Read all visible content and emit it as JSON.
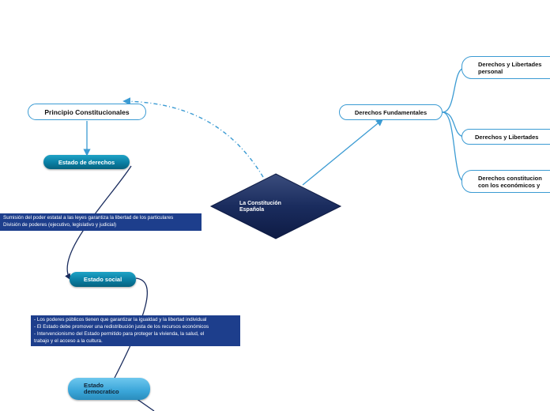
{
  "central": {
    "label": "La Constitución\nEspañola",
    "color": "#1a2c5e"
  },
  "principio": {
    "label": "Principio Constitucionales"
  },
  "estado_derechos": {
    "label": "Estado de derechos"
  },
  "note_derechos": {
    "text": "Sumisión del poder estatal a las leyes garantiza la libertad de los particulares\nDivisión de poderes (ejecutivo, legislativo y judicial)"
  },
  "estado_social": {
    "label": "Estado social"
  },
  "note_social": {
    "text": "- Los poderes públicos tienen que garantizar la igualdad y la libertad individual\n- El Estado debe promover una redistribución justa de los recursos económicos\n- Intervencionismo del Estado permitido para proteger la vivienda, la salud, el\ntrabajo y el acceso a la cultura."
  },
  "estado_democratico": {
    "label": "Estado\ndemocratico"
  },
  "derechos_fundamentales": {
    "label": "Derechos Fundamentales"
  },
  "branches": [
    {
      "label": "Derechos y Libertades\npersonal"
    },
    {
      "label": "Derechos y Libertades"
    },
    {
      "label": "Derechos constitucion\ncon los económicos y"
    }
  ],
  "colors": {
    "link": "#3b9bd3",
    "dark_link": "#1a2c5e",
    "note_bg": "#1d3e8c",
    "teal": "#0a7ea3"
  }
}
